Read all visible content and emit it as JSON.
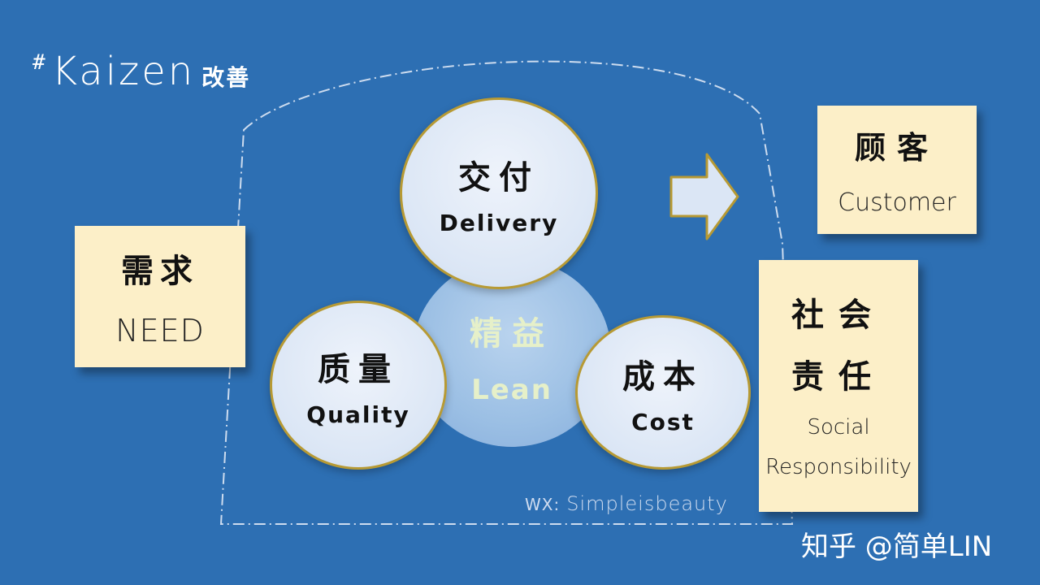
{
  "brand": {
    "hash": "#",
    "word": "Kaizen",
    "cn": "改善"
  },
  "cards": {
    "need": {
      "cn": "需求",
      "en": "NEED"
    },
    "customer": {
      "cn": "顾客",
      "en": "Customer"
    },
    "social": {
      "cn_line1": "社会",
      "cn_line2": "责任",
      "en_line1": "Social",
      "en_line2": "Responsibility"
    }
  },
  "circles": {
    "lean": {
      "cn": "精益",
      "en": "Lean"
    },
    "delivery": {
      "cn": "交付",
      "en": "Delivery"
    },
    "quality": {
      "cn": "质量",
      "en": "Quality"
    },
    "cost": {
      "cn": "成本",
      "en": "Cost"
    }
  },
  "footer": {
    "wx_label": "WX:",
    "wx_value": "Simpleisbeauty",
    "watermark": "知乎 @简单LIN"
  },
  "colors": {
    "background": "#2d6fb3",
    "card": "#fcefc8",
    "circle": "#dbe6f5",
    "circle_border": "#b79a34",
    "lean_circle": "#9bbfe4",
    "arrow": "#dbe6f5"
  }
}
